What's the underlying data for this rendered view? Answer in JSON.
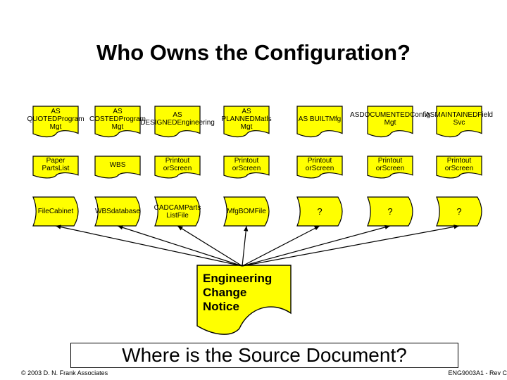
{
  "title": "Who Owns the Configuration?",
  "columns": [
    {
      "header": [
        "AS QUOTED",
        "Program Mgt"
      ],
      "middle": [
        "Paper Parts",
        "List"
      ],
      "bottom": [
        "File",
        "Cabinet"
      ]
    },
    {
      "header": [
        "AS COSTED",
        "Program Mgt"
      ],
      "middle": [
        "WBS"
      ],
      "bottom": [
        "WBS",
        "database"
      ]
    },
    {
      "header": [
        "AS DESIGNED",
        "Engineering"
      ],
      "middle": [
        "Printout or",
        "Screen"
      ],
      "bottom": [
        "CADCAM",
        "Parts List",
        "File"
      ]
    },
    {
      "header": [
        "AS PLANNED",
        "Matls Mgt"
      ],
      "middle": [
        "Printout or",
        "Screen"
      ],
      "bottom": [
        "Mfg",
        "BOM",
        "File"
      ]
    },
    {
      "header": [
        "AS BUILT",
        "Mfg"
      ],
      "middle": [
        "Printout or",
        "Screen"
      ],
      "bottom": [
        "?"
      ]
    },
    {
      "header": [
        "AS",
        "DOCUMENTED",
        "Config Mgt"
      ],
      "middle": [
        "Printout or",
        "Screen"
      ],
      "bottom": [
        "?"
      ]
    },
    {
      "header": [
        "AS",
        "MAINTAINED",
        "Field Svc"
      ],
      "middle": [
        "Printout or",
        "Screen"
      ],
      "bottom": [
        "?"
      ]
    }
  ],
  "ecn": [
    "Engineering",
    "Change",
    "Notice"
  ],
  "source_question": "Where is the Source Document?",
  "copyright": "© 2003 D. N. Frank Associates",
  "doc_code": "ENG9003A1 - Rev C",
  "colors": {
    "fill": "#ffff00",
    "stroke": "#000000"
  }
}
